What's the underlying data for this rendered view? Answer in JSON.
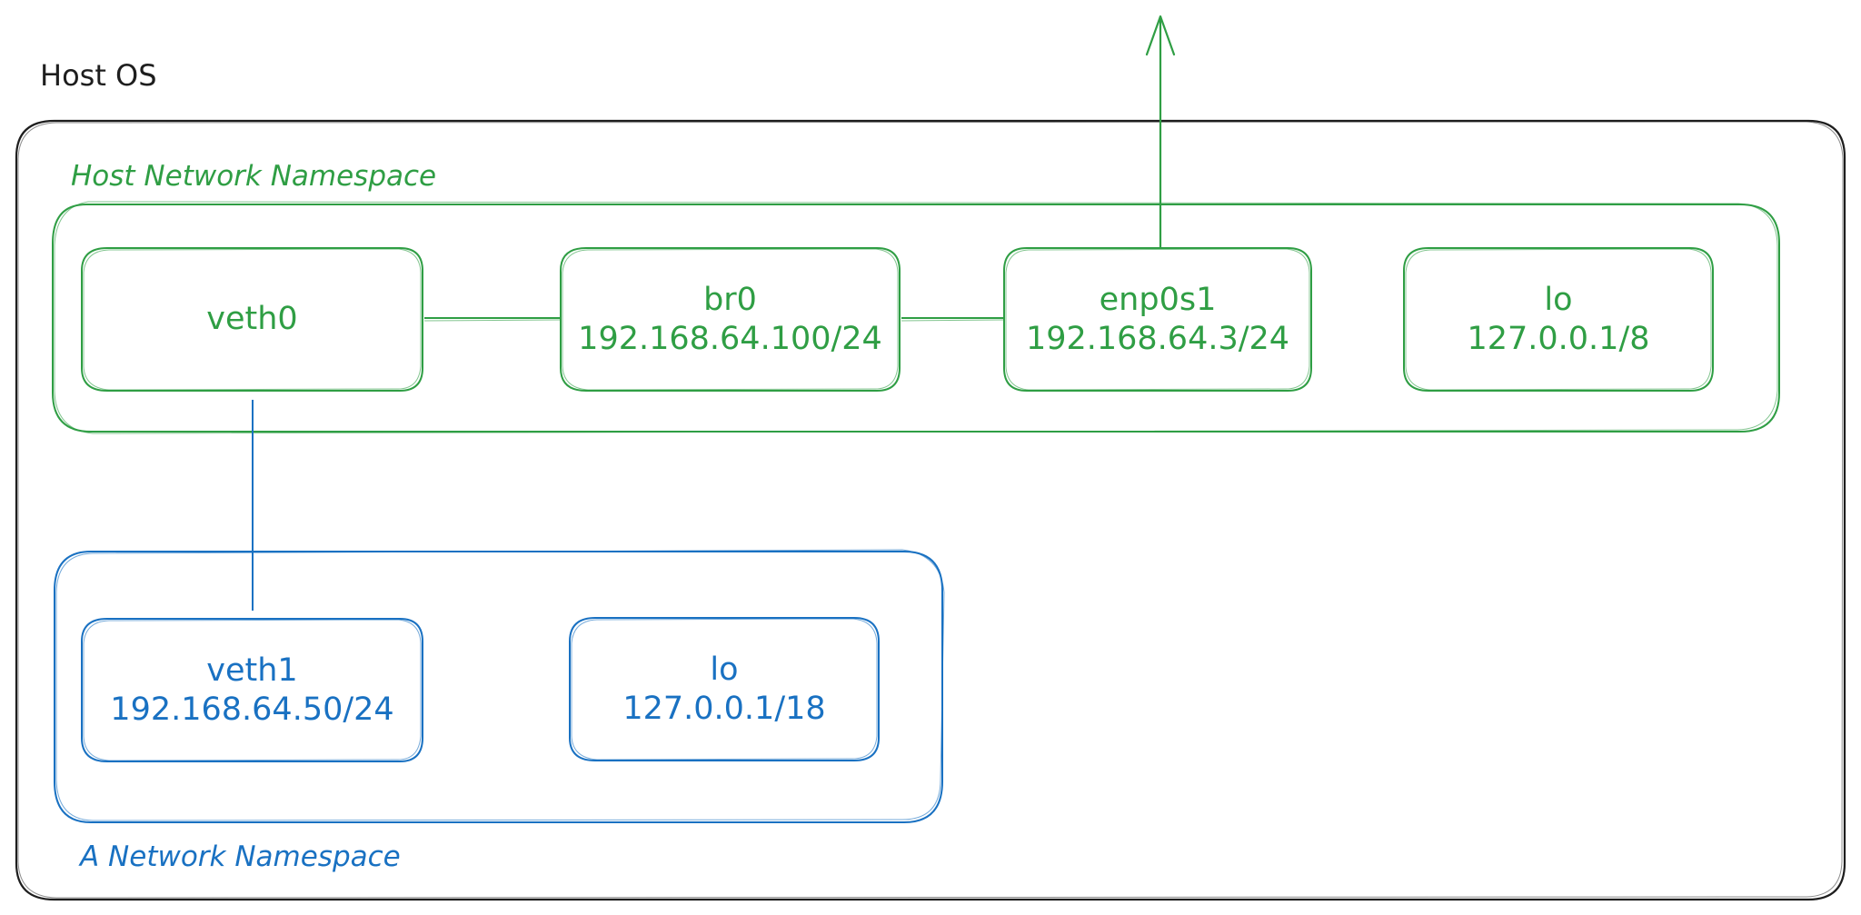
{
  "host": {
    "title": "Host OS"
  },
  "host_namespace": {
    "title": "Host Network Namespace",
    "color": "#2f9e44",
    "interfaces": [
      {
        "name": "veth0",
        "address": ""
      },
      {
        "name": "br0",
        "address": "192.168.64.100/24"
      },
      {
        "name": "enp0s1",
        "address": "192.168.64.3/24"
      },
      {
        "name": "lo",
        "address": "127.0.0.1/8"
      }
    ]
  },
  "a_namespace": {
    "title": "A Network Namespace",
    "color": "#1971c2",
    "interfaces": [
      {
        "name": "veth1",
        "address": "192.168.64.50/24"
      },
      {
        "name": "lo",
        "address": "127.0.0.1/18"
      }
    ]
  },
  "colors": {
    "outline": "#1e1e1e",
    "green": "#2f9e44",
    "blue": "#1971c2"
  }
}
